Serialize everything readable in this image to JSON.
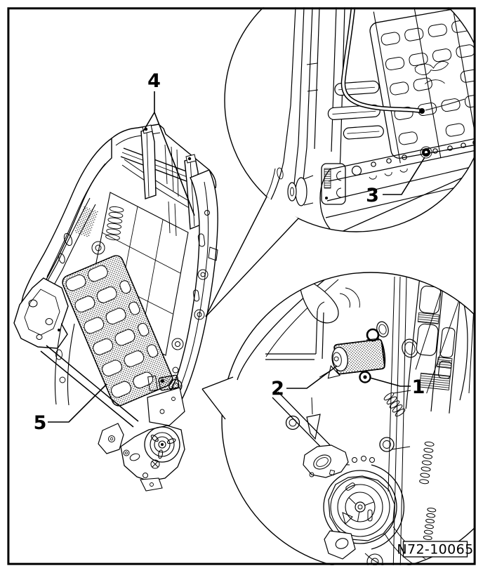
{
  "figure": {
    "background_color": "#ffffff",
    "line_color": "#000000",
    "drawing_number": "N72-10065",
    "callouts": {
      "c1": {
        "label": "1"
      },
      "c2": {
        "label": "2"
      },
      "c3": {
        "label": "3"
      },
      "c4": {
        "label": "4"
      },
      "c5": {
        "label": "5"
      }
    }
  }
}
